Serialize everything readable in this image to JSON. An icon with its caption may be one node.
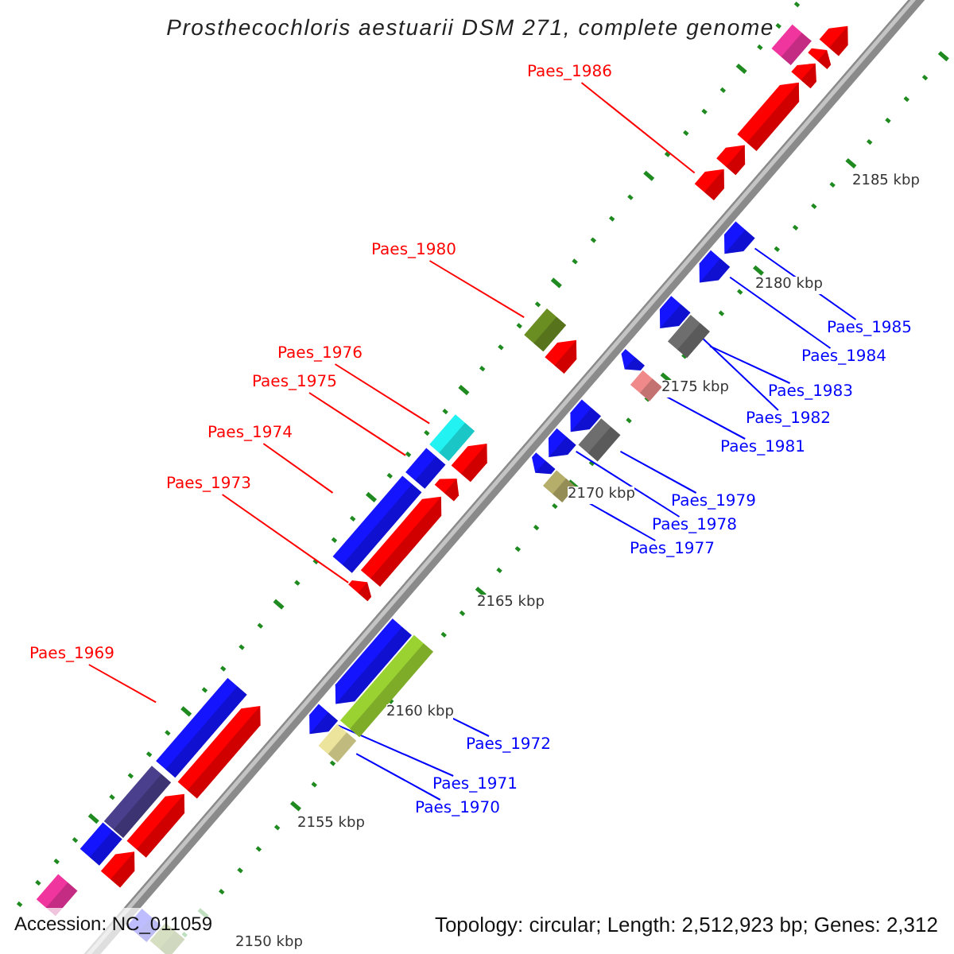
{
  "diagram": {
    "title": "Prosthecochloris aestuarii DSM 271, complete genome",
    "nodes": [
      {
        "text": [
          "Paes_1986"
        ]
      },
      {
        "text": [
          "Paes_1980"
        ]
      },
      {
        "text": [
          "Paes_1985"
        ]
      },
      {
        "text": [
          "Paes_1976"
        ]
      },
      {
        "text": [
          "Paes_1984"
        ]
      },
      {
        "text": [
          "Paes_1975"
        ]
      },
      {
        "text": [
          "Paes_1983"
        ]
      },
      {
        "text": [
          "Paes_1982"
        ]
      },
      {
        "text": [
          "Paes_1974"
        ]
      },
      {
        "text": [
          "Paes_1981"
        ]
      },
      {
        "text": [
          "Paes_1973"
        ]
      },
      {
        "text": [
          "Paes_1979"
        ]
      },
      {
        "text": [
          "Paes_1978"
        ]
      },
      {
        "text": [
          "Paes_1977"
        ]
      },
      {
        "text": [
          "Paes_1969"
        ]
      },
      {
        "text": [
          "Paes_1972"
        ]
      },
      {
        "text": [
          "Paes_1971"
        ]
      },
      {
        "text": [
          "Paes_1970"
        ]
      },
      {
        "text": [],
        "shape": "pentagon"
      },
      {
        "text": [],
        "shape": "pentagon"
      },
      {
        "text": [],
        "shape": "bar"
      },
      {
        "text": [],
        "shape": "pentagon"
      },
      {
        "text": [],
        "shape": "pentagon"
      },
      {
        "text": [],
        "shape": "pentagon"
      },
      {
        "text": [],
        "shape": "pentagon"
      },
      {
        "text": [],
        "shape": "pentagon"
      },
      {
        "text": [],
        "shape": "pentagon"
      },
      {
        "text": [],
        "shape": "pentagon"
      },
      {
        "text": [],
        "shape": "bar"
      },
      {
        "text": [],
        "shape": "pentagon"
      },
      {
        "text": [],
        "shape": "bar"
      },
      {
        "text": [],
        "shape": "bar"
      },
      {
        "text": [],
        "shape": "pentagon"
      },
      {
        "text": [],
        "shape": "pentagon"
      },
      {
        "text": [],
        "shape": "bar"
      },
      {
        "text": [],
        "shape": "pentagon"
      },
      {
        "text": [],
        "shape": "pentagon"
      },
      {
        "text": [],
        "shape": "bar"
      },
      {
        "text": [],
        "shape": "pentagon"
      },
      {
        "text": [],
        "shape": "bar"
      },
      {
        "text": [],
        "shape": "pentagon"
      },
      {
        "text": [],
        "shape": "bar"
      },
      {
        "text": [],
        "shape": "pentagon"
      },
      {
        "text": [],
        "shape": "bar"
      },
      {
        "text": [],
        "shape": "pentagon"
      },
      {
        "text": [],
        "shape": "pentagon"
      },
      {
        "text": [],
        "shape": "bar"
      },
      {
        "text": [],
        "shape": "pentagon"
      },
      {
        "text": [],
        "shape": "bar"
      },
      {
        "text": [],
        "shape": "bar"
      },
      {
        "text": [],
        "shape": "pentagon"
      },
      {
        "text": [],
        "shape": "bar"
      },
      {
        "text": [],
        "shape": "pentagon"
      },
      {
        "text": [],
        "shape": "bar"
      },
      {
        "text": [],
        "shape": "pentagon"
      },
      {
        "text": [],
        "shape": "bar"
      },
      {
        "text": [],
        "shape": "bar"
      },
      {
        "text": [],
        "shape": "bar"
      }
    ],
    "edges": [
      {
        "from": 0,
        "to": 24,
        "arrow": "none",
        "color": "#ff0000"
      },
      {
        "from": 1,
        "to": 31,
        "arrow": "none",
        "color": "#ff0000"
      },
      {
        "from": 2,
        "to": 25,
        "arrow": "none"
      },
      {
        "from": 3,
        "to": 39,
        "arrow": "none",
        "color": "#ff0000"
      },
      {
        "from": 4,
        "to": 26,
        "arrow": "none"
      },
      {
        "from": 5,
        "to": 41,
        "arrow": "none",
        "color": "#ff0000"
      },
      {
        "from": 6,
        "to": 28,
        "arrow": "none"
      },
      {
        "from": 7,
        "to": 27,
        "arrow": "none"
      },
      {
        "from": 8,
        "to": 43,
        "arrow": "none",
        "color": "#ff0000"
      },
      {
        "from": 9,
        "to": 30,
        "arrow": "none"
      },
      {
        "from": 10,
        "to": 44,
        "arrow": "none",
        "color": "#ff0000"
      },
      {
        "from": 11,
        "to": 34,
        "arrow": "none"
      },
      {
        "from": 12,
        "to": 35,
        "arrow": "none"
      },
      {
        "from": 13,
        "to": 37,
        "arrow": "none"
      },
      {
        "from": 14,
        "to": 49,
        "arrow": "none",
        "color": "#ff0000"
      },
      {
        "from": 15,
        "to": 46,
        "arrow": "none"
      },
      {
        "from": 16,
        "to": 47,
        "arrow": "none"
      },
      {
        "from": 17,
        "to": 48,
        "arrow": "none"
      }
    ],
    "labels": [
      "2185 kbp",
      "2180 kbp",
      "2175 kbp",
      "2170 kbp",
      "2165 kbp",
      "2160 kbp",
      "2155 kbp",
      "Accession: NC_011059",
      "Topology: circular; Length: 2,512,923 bp; Genes: 2,312",
      "2150 kbp"
    ]
  }
}
